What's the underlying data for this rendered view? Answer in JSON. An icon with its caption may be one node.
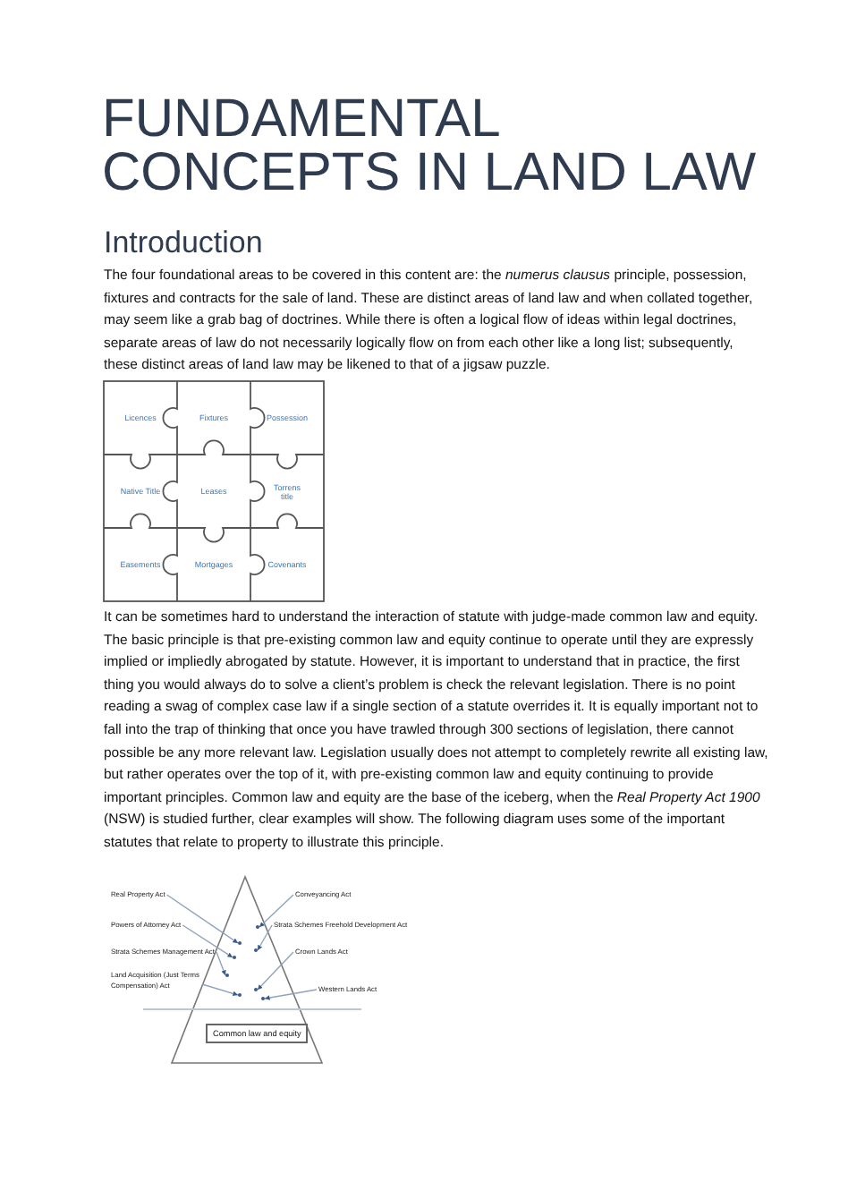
{
  "diagram": {
    "title": "FUNDAMENTAL CONCEPTS IN LAND LAW",
    "nodes": [
      {
        "text": [
          "Licences"
        ]
      },
      {
        "text": [
          "Fixtures"
        ]
      },
      {
        "text": [
          "Possession"
        ]
      },
      {
        "text": [
          "Native Title"
        ]
      },
      {
        "text": [
          "Leases"
        ]
      },
      {
        "text": [
          "Torrens title"
        ]
      },
      {
        "text": [
          "Easements"
        ]
      },
      {
        "text": [
          "Mortgages"
        ]
      },
      {
        "text": [
          "Covenants"
        ]
      },
      {
        "text": [
          "Real Property Act"
        ]
      },
      {
        "text": [
          "Powers of Attorney Act"
        ]
      },
      {
        "text": [
          "Strata Schemes Management Act"
        ]
      },
      {
        "text": [
          "Land Acquisition (Just Terms Compensation) Act"
        ]
      },
      {
        "text": [
          "Conveyancing Act"
        ]
      },
      {
        "text": [
          "Strata Schemes Freehold Development Act"
        ]
      },
      {
        "text": [
          "Crown Lands Act"
        ]
      },
      {
        "text": [
          "Western Lands Act"
        ]
      },
      {
        "text": [
          "Common law and equity"
        ]
      },
      {
        "text": [],
        "shape": "circle"
      },
      {
        "text": [],
        "shape": "circle"
      },
      {
        "text": [],
        "shape": "circle"
      },
      {
        "text": [],
        "shape": "circle"
      },
      {
        "text": [],
        "shape": "circle"
      },
      {
        "text": [],
        "shape": "circle"
      },
      {
        "text": [],
        "shape": "circle"
      },
      {
        "text": [],
        "shape": "circle"
      }
    ],
    "edges": [
      {
        "from": 9,
        "to": 18,
        "arrow": "to"
      },
      {
        "from": 10,
        "to": 19,
        "arrow": "to"
      },
      {
        "from": 11,
        "to": 20,
        "arrow": "to"
      },
      {
        "from": 12,
        "to": 21,
        "arrow": "to"
      },
      {
        "from": 13,
        "to": 22,
        "arrow": "to"
      },
      {
        "from": 14,
        "to": 23,
        "arrow": "to"
      },
      {
        "from": 15,
        "to": 24,
        "arrow": "to"
      },
      {
        "from": 16,
        "to": 25,
        "arrow": "to"
      }
    ],
    "labels": [
      "Introduction",
      "The four foundational areas to be covered in this content are: the *numerus clausus* principle, possession, fixtures and contracts for the sale of land. These are distinct areas of land law and when collated together, may seem like a grab bag of doctrines. While there is often a logical flow of ideas within legal doctrines, separate areas of law do not necessarily logically flow on from each other like a long list; subsequently, these distinct areas of land law may be likened to that of a jigsaw puzzle.",
      "It can be sometimes hard to understand the interaction of statute with judge-made common law and equity. The basic principle is that pre-existing common law and equity continue to operate until they are expressly implied or impliedly abrogated by statute. However, it is important to understand that in practice, the first thing you would always do to solve a client’s problem is check the relevant legislation. There is no point reading a swag of complex case law if a single section of a statute overrides it. It is equally important not to fall into the trap of thinking that once you have trawled through 300 sections of legislation, there cannot possible be any more relevant law. Legislation usually does not attempt to completely rewrite all existing law, but rather operates over the top of it, with pre-existing common law and equity continuing to provide important principles. Common law and equity are the base of the iceberg, when the *Real Property Act 1900* (NSW) is studied further, clear examples will show. The following diagram uses some of the important statutes that relate to property to illustrate this principle."
    ]
  }
}
